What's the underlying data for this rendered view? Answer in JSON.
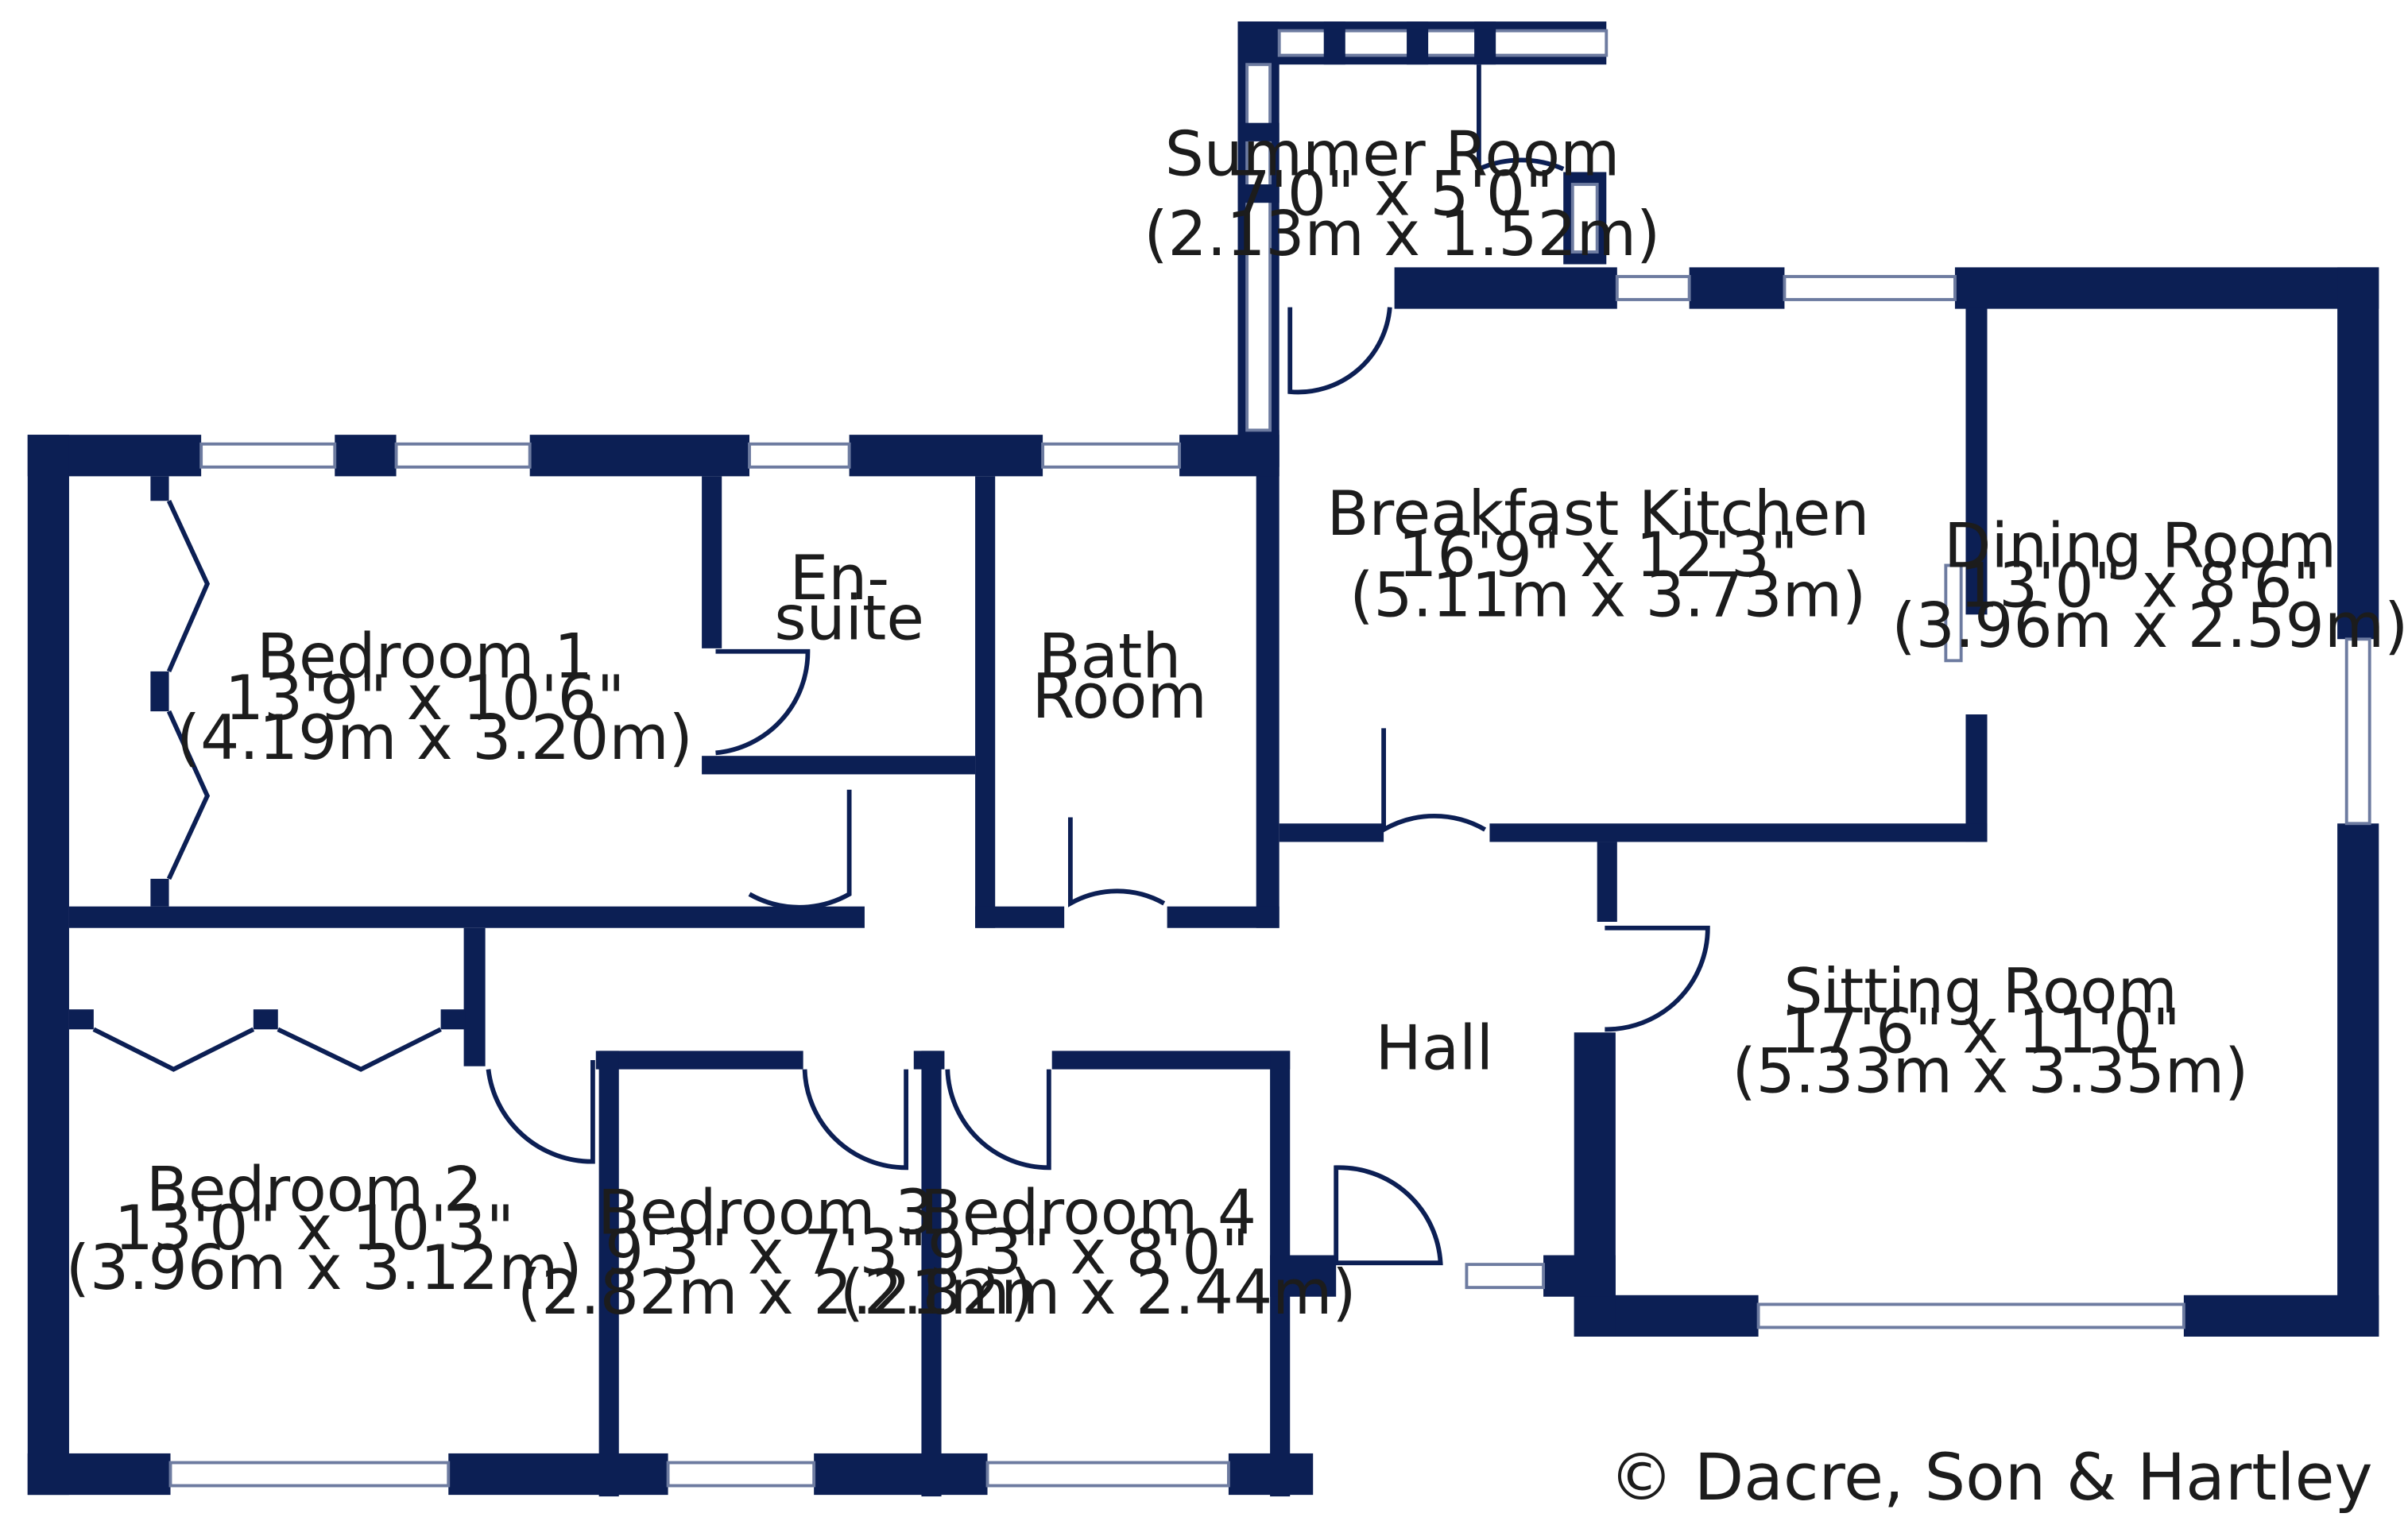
{
  "plan": {
    "rooms": [
      {
        "id": "summer-room",
        "lines": [
          "Summer Room",
          "7'0\" x 5'0\"",
          "(2.13m x 1.52m)"
        ]
      },
      {
        "id": "breakfast-kitchen",
        "lines": [
          "Breakfast Kitchen",
          "16'9\" x 12'3\"",
          "(5.11m x 3.73m)"
        ]
      },
      {
        "id": "dining-room",
        "lines": [
          "Dining Room",
          "13'0\" x 8'6\"",
          "(3.96m x 2.59m)"
        ]
      },
      {
        "id": "bedroom-1",
        "lines": [
          "Bedroom 1",
          "13'9\" x 10'6\"",
          "(4.19m x 3.20m)"
        ]
      },
      {
        "id": "en-suite",
        "lines": [
          "En-",
          "suite"
        ]
      },
      {
        "id": "bath-room",
        "lines": [
          "Bath",
          "Room"
        ]
      },
      {
        "id": "hall",
        "lines": [
          "Hall"
        ]
      },
      {
        "id": "sitting-room",
        "lines": [
          "Sitting Room",
          "17'6\" x 11'0\"",
          "(5.33m x 3.35m)"
        ]
      },
      {
        "id": "bedroom-2",
        "lines": [
          "Bedroom 2",
          "13'0\" x 10'3\"",
          "(3.96m x 3.12m)"
        ]
      },
      {
        "id": "bedroom-3",
        "lines": [
          "Bedroom 3",
          "9'3\" x 7'3\"",
          "(2.82m x 2.21m)"
        ]
      },
      {
        "id": "bedroom-4",
        "lines": [
          "Bedroom 4",
          "9'3\" x 8'0\"",
          "(2.82m x 2.44m)"
        ]
      }
    ],
    "copyright": "© Dacre, Son & Hartley",
    "colors": {
      "wall": "#0c1f54",
      "background": "#ffffff",
      "text": "#1c1c1c"
    }
  }
}
